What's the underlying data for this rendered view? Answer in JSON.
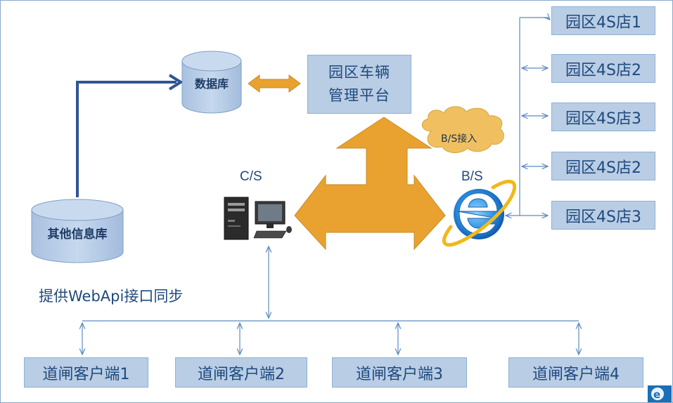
{
  "database_label": "数据库",
  "other_db_label": "其他信息库",
  "platform_label_line1": "园区车辆",
  "platform_label_line2": "管理平台",
  "cs_label": "C/S",
  "bs_label": "B/S",
  "bs_access_label": "B/S接入",
  "webapi_label": "提供WebApi接口同步",
  "stores": [
    "园区4S店1",
    "园区4S店2",
    "园区4S店3",
    "园区4S店2",
    "园区4S店3"
  ],
  "clients": [
    "道闸客户端1",
    "道闸客户端2",
    "道闸客户端3",
    "道闸客户端4"
  ],
  "colors": {
    "box_fill": "#b9cde5",
    "box_border": "#8eb0d6",
    "text_dark_blue": "#1f497d",
    "arrow_orange": "#e9a230",
    "connector_blue": "#2f5597",
    "thin_line_blue": "#5b8bc0",
    "cloud_fill": "#f0c060"
  },
  "icons": [
    "computer-icon",
    "browser-e-icon",
    "logo-e-icon"
  ]
}
